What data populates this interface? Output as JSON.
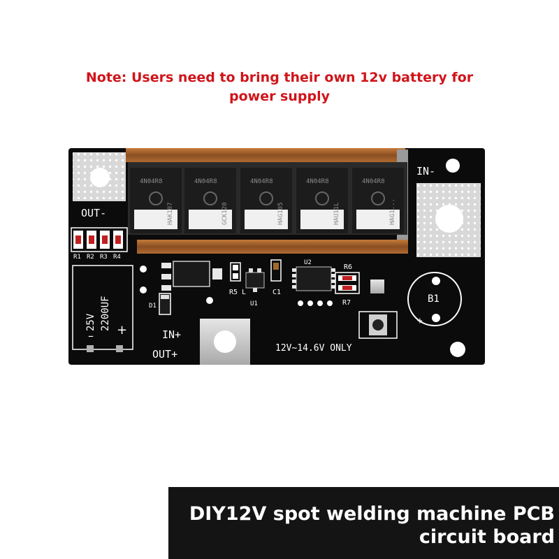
{
  "note": {
    "line1": "Note: Users need to bring their own 12v battery for",
    "line2": "power supply"
  },
  "board": {
    "mosfets": [
      {
        "top": "4N04R8",
        "side": "HAK107"
      },
      {
        "top": "4N04R8",
        "side": "GCK120"
      },
      {
        "top": "4N04R8",
        "side": "HAG105"
      },
      {
        "top": "4N04R8",
        "side": "HAU11L"
      },
      {
        "top": "4N04R8",
        "side": "HAG1..."
      }
    ],
    "labels": {
      "out_minus": "OUT-",
      "in_minus": "IN-",
      "in_plus": "IN+",
      "out_plus": "OUT+",
      "r1": "R1",
      "r2": "R2",
      "r3": "R3",
      "r4": "R4",
      "r5": "R5",
      "r6": "R6",
      "r7": "R7",
      "u1": "U1",
      "u2": "U2",
      "c1": "C1",
      "l": "L",
      "d1": "D1",
      "b1": "B1",
      "b1_plus": "+",
      "capacitor_v": "25V",
      "capacitor_uf": "2200UF",
      "cap_minus": "–",
      "cap_plus": "+",
      "voltage": "12V~14.6V ONLY"
    }
  },
  "caption": {
    "line1": "DIY12V spot welding machine PCB",
    "line2": "circuit board"
  },
  "colors": {
    "note": "#d0141a",
    "board": "#0b0b0b",
    "copper": "#a3622c",
    "caption_bg": "#141414"
  }
}
